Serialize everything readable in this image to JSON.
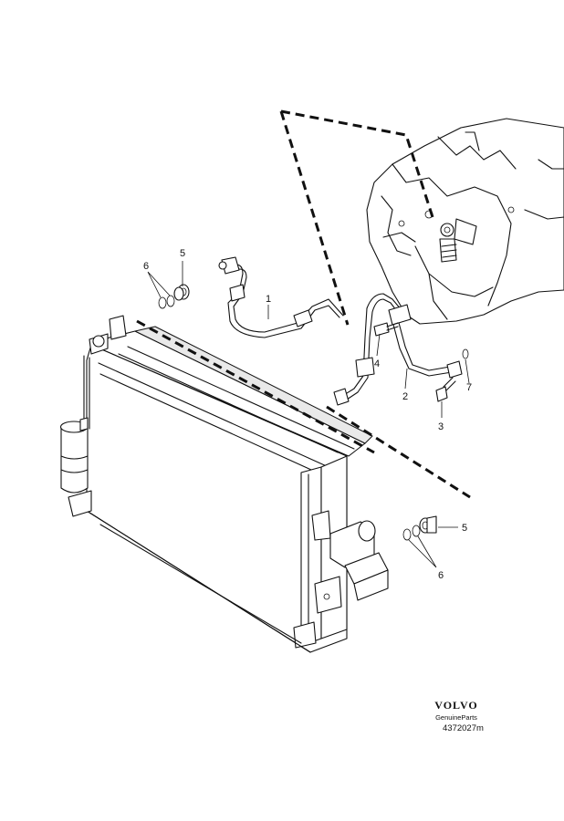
{
  "brand": {
    "logo": "VOLVO",
    "tagline": "GenuineParts"
  },
  "reference": "4372027m",
  "callouts": [
    "1",
    "2",
    "3",
    "4",
    "5",
    "5",
    "6",
    "6",
    "7"
  ]
}
